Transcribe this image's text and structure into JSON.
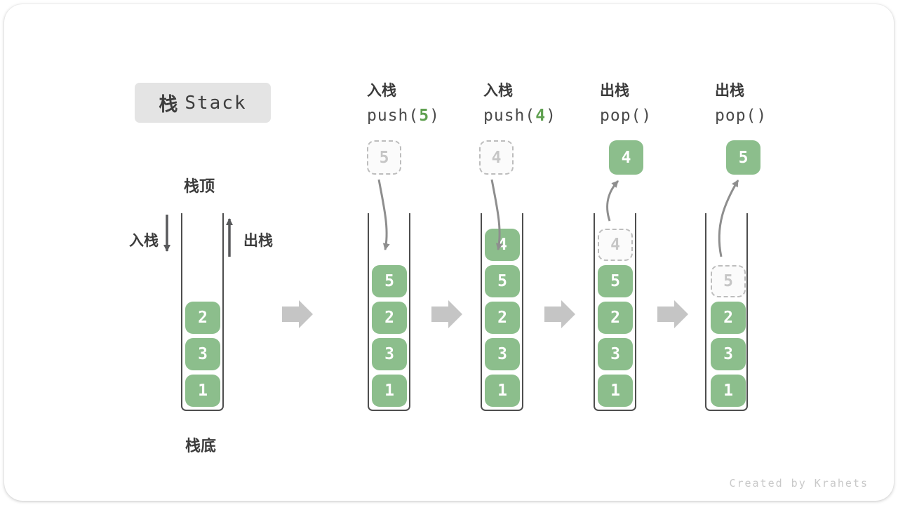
{
  "title": {
    "zh": "栈",
    "en": "Stack"
  },
  "labels": {
    "stack_top": "栈顶",
    "stack_bottom": "栈底",
    "push_direction": "入栈",
    "pop_direction": "出栈"
  },
  "watermark": "Created by Krahets",
  "colors": {
    "item_green": "#8CBE8C",
    "code_num_green": "#5FA050",
    "curve_arrow_gray": "#8E8E8E",
    "block_arrow_gray": "#C5C5C5",
    "dark_text": "#3C3C3C"
  },
  "columns": [
    {
      "name": "initial-state",
      "stack": [
        "2",
        "3",
        "1"
      ]
    },
    {
      "name": "push-5",
      "header": {
        "op": "入栈",
        "code_pre": "push(",
        "code_num": "5",
        "code_post": ")"
      },
      "floating": {
        "value": "5",
        "style": "dashed"
      },
      "stack": [
        "5",
        "2",
        "3",
        "1"
      ]
    },
    {
      "name": "push-4",
      "header": {
        "op": "入栈",
        "code_pre": "push(",
        "code_num": "4",
        "code_post": ")"
      },
      "floating": {
        "value": "4",
        "style": "dashed"
      },
      "stack": [
        "4",
        "5",
        "2",
        "3",
        "1"
      ]
    },
    {
      "name": "pop-4",
      "header": {
        "op": "出栈",
        "code_pre": "pop(",
        "code_num": "",
        "code_post": ")"
      },
      "floating": {
        "value": "4",
        "style": "solid"
      },
      "ghost": "4",
      "stack": [
        "5",
        "2",
        "3",
        "1"
      ]
    },
    {
      "name": "pop-5",
      "header": {
        "op": "出栈",
        "code_pre": "pop(",
        "code_num": "",
        "code_post": ")"
      },
      "floating": {
        "value": "5",
        "style": "solid"
      },
      "ghost": "5",
      "stack": [
        "2",
        "3",
        "1"
      ]
    }
  ]
}
